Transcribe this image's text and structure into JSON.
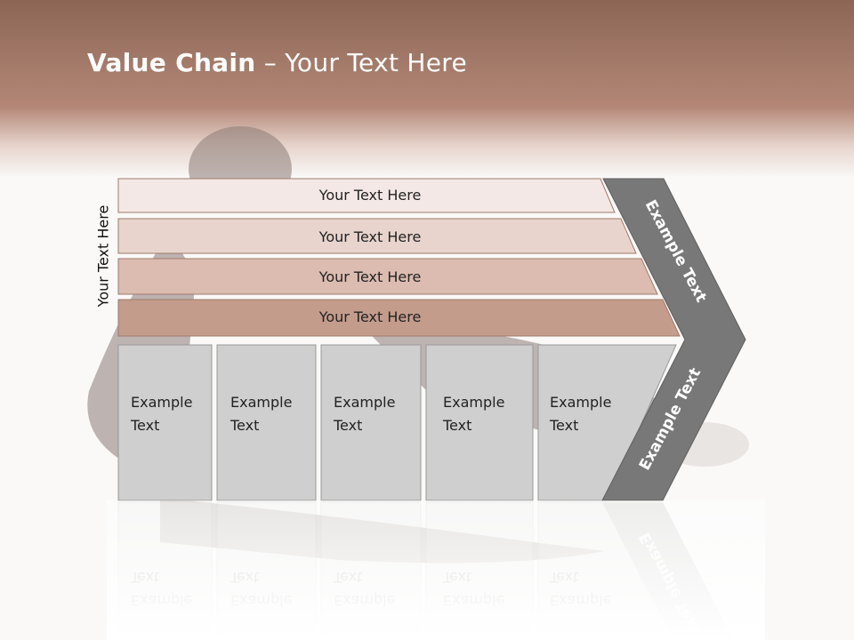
{
  "title": {
    "bold": "Value Chain",
    "rest": " – Your Text Here"
  },
  "side_label": "Your Text Here",
  "bars": [
    {
      "label": "Your Text Here",
      "fill": "#f3e8e5"
    },
    {
      "label": "Your Text Here",
      "fill": "#e8d4cd"
    },
    {
      "label": "Your Text Here",
      "fill": "#dcbcb0"
    },
    {
      "label": "Your Text Here",
      "fill": "#c49c8c"
    }
  ],
  "columns": [
    {
      "line1": "Example",
      "line2": "Text"
    },
    {
      "line1": "Example",
      "line2": "Text"
    },
    {
      "line1": "Example",
      "line2": "Text"
    },
    {
      "line1": "Example",
      "line2": "Text"
    },
    {
      "line1": "Example",
      "line2": "Text"
    }
  ],
  "chevron_upper": "Example Text",
  "chevron_lower": "Example Text",
  "colors": {
    "header": "#a37a69",
    "box": "#cfcfcf",
    "chevron": "#787878",
    "bar_border": "#a07a6c"
  }
}
